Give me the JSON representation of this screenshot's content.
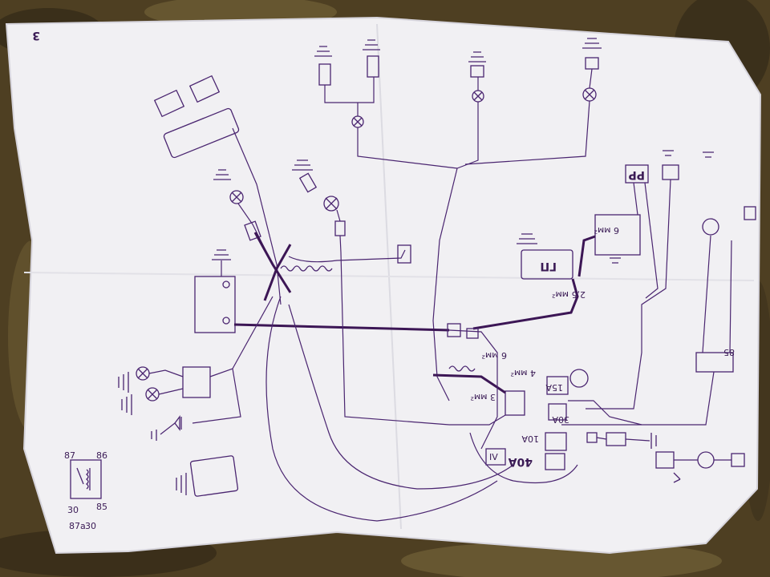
{
  "sheet_number": "3",
  "labels": {
    "relay_pp": "PP",
    "relay_gp": "ГП",
    "fuse_15a": "15A",
    "fuse_30a": "30A",
    "fuse_40a": "40A",
    "fuse_10a": "10A",
    "wire_6mm": "6 мм²",
    "wire_25mm": "2,5 мм²",
    "wire_4mm": "4 мм²",
    "wire_3mm": "3 мм²",
    "relay_pin_86": "86",
    "relay_pin_85": "85",
    "relay_pin_87": "87",
    "relay_pin_30": "30",
    "relay_pin_87a": "87a",
    "relay_pin_30_bottom": "30",
    "roman_iv": "IV"
  },
  "colors": {
    "ink": "#4a2570",
    "paper": "#f1f0f3",
    "background_cloth": "#5b4a2a"
  }
}
